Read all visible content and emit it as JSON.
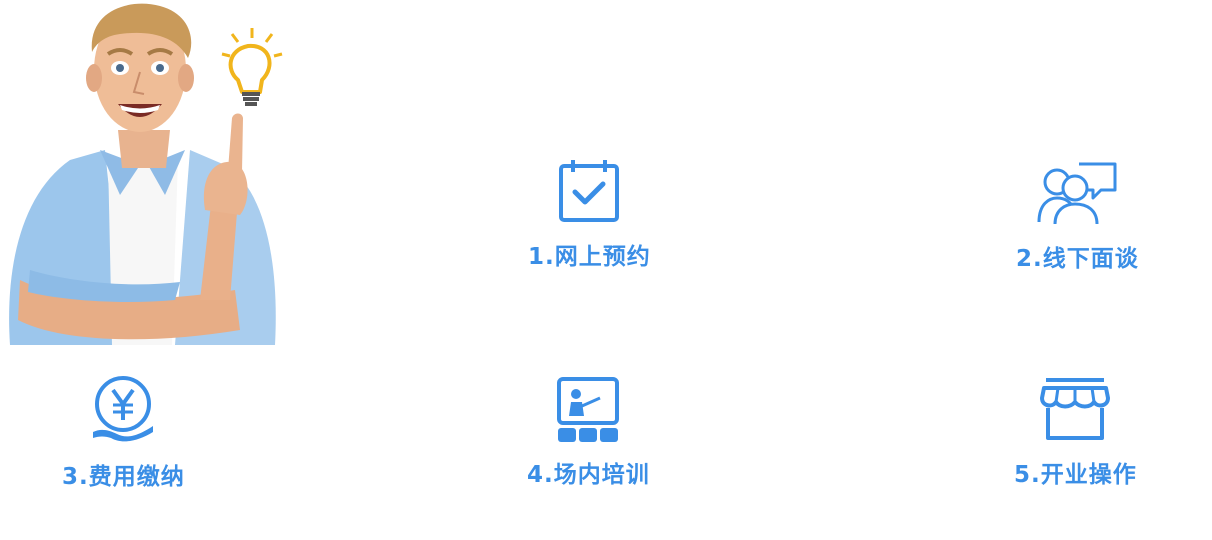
{
  "theme": {
    "accent": "#3a8ee6"
  },
  "hero": {
    "figure": "smiling-man-pointing-up",
    "idea_icon": "lightbulb-icon"
  },
  "steps": [
    {
      "label": "1.网上预约",
      "icon": "calendar-check-icon"
    },
    {
      "label": "2.线下面谈",
      "icon": "people-chat-icon"
    },
    {
      "label": "3.费用缴纳",
      "icon": "yen-hand-icon"
    },
    {
      "label": "4.场内培训",
      "icon": "training-presenter-icon"
    },
    {
      "label": "5.开业操作",
      "icon": "storefront-icon"
    }
  ]
}
